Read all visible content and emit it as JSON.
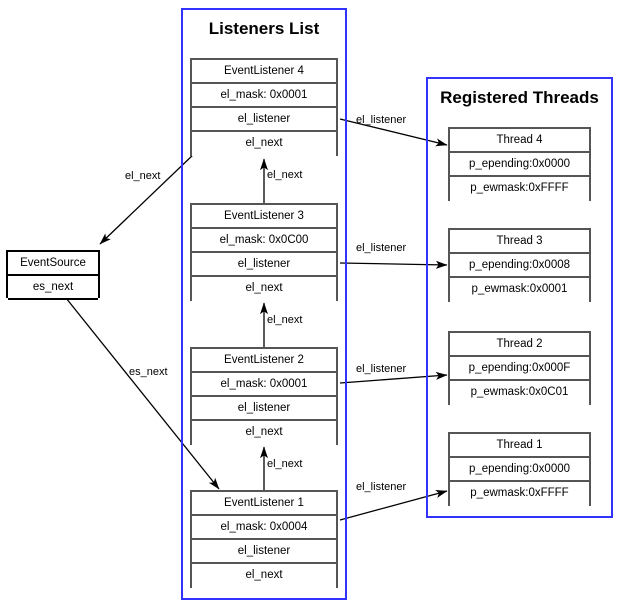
{
  "diagram": {
    "title": "EventSource listeners and registered threads structure diagram",
    "accent_panel_color": "#3333ff",
    "box_border_color": "#555555",
    "source_box_border_color": "#000000"
  },
  "panels": [
    {
      "id": "listeners",
      "title": "Listeners List"
    },
    {
      "id": "threads",
      "title": "Registered Threads"
    }
  ],
  "event_source": {
    "name": "EventSource",
    "fields": [
      "es_next"
    ]
  },
  "listeners": [
    {
      "name": "EventListener 4",
      "mask": "el_mask: 0x0001",
      "listener": "el_listener",
      "next": "el_next"
    },
    {
      "name": "EventListener 3",
      "mask": "el_mask: 0x0C00",
      "listener": "el_listener",
      "next": "el_next"
    },
    {
      "name": "EventListener 2",
      "mask": "el_mask: 0x0001",
      "listener": "el_listener",
      "next": "el_next"
    },
    {
      "name": "EventListener 1",
      "mask": "el_mask: 0x0004",
      "listener": "el_listener",
      "next": "el_next"
    }
  ],
  "threads": [
    {
      "name": "Thread 4",
      "epending": "p_epending:0x0000",
      "ewmask": "p_ewmask:0xFFFF"
    },
    {
      "name": "Thread 3",
      "epending": "p_epending:0x0008",
      "ewmask": "p_ewmask:0x0001"
    },
    {
      "name": "Thread 2",
      "epending": "p_epending:0x000F",
      "ewmask": "p_ewmask:0x0C01"
    },
    {
      "name": "Thread 1",
      "epending": "p_epending:0x0000",
      "ewmask": "p_ewmask:0xFFFF"
    }
  ],
  "edge_labels": {
    "es_to_el4": "el_next",
    "es_to_el1": "es_next",
    "el3_to_el4": "el_next",
    "el2_to_el3": "el_next",
    "el1_to_el2": "el_next",
    "el4_to_t4": "el_listener",
    "el3_to_t3": "el_listener",
    "el2_to_t2": "el_listener",
    "el1_to_t1": "el_listener"
  }
}
